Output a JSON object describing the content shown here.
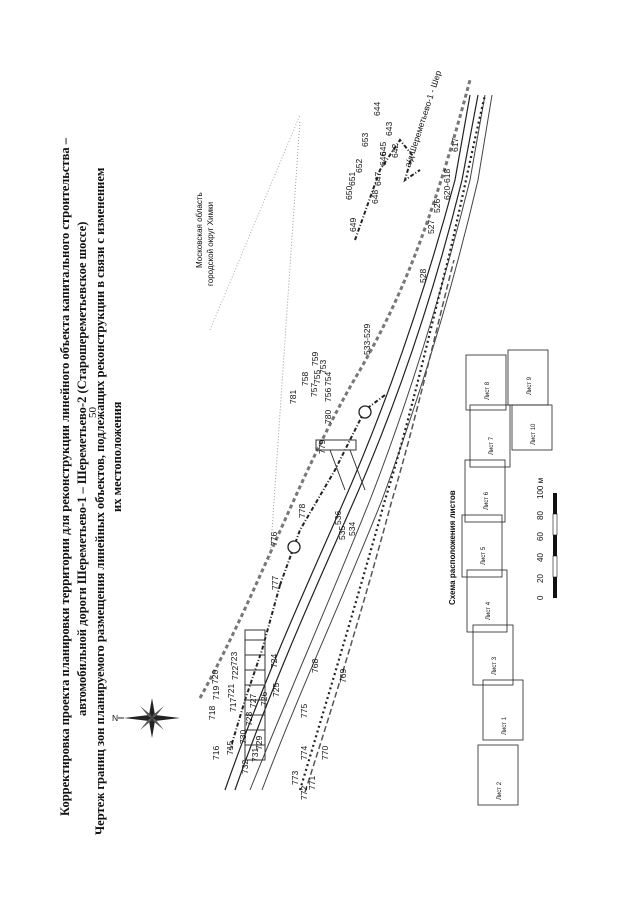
{
  "page_number": "50",
  "title": {
    "line1": "Корректировка проекта планировки территории для реконструкции линейного объекта капитального строительства –",
    "line2": "автомобильной дороги Шереметьево-1 – Шереметьево-2 (Старошереметьевское шоссе)",
    "line3": "Чертеж границ зон планируемого размещения линейных объектов, подлежащих реконструкции в связи с изменением",
    "line4": "их местоположения"
  },
  "region_label": {
    "line1": "Московская область",
    "line2": "городской округ Химки"
  },
  "road_label": "а/д Шереметьево-1 - Шер",
  "compass_icon": "north-arrow-compass-icon",
  "point_labels": [
    "716",
    "718",
    "719",
    "720",
    "715",
    "717",
    "721",
    "722",
    "723",
    "732",
    "730",
    "728",
    "727",
    "729",
    "731",
    "724",
    "725",
    "726",
    "775",
    "773",
    "772",
    "774",
    "771",
    "770",
    "769",
    "768",
    "777",
    "776",
    "780",
    "781",
    "779",
    "778",
    "757",
    "758",
    "759",
    "756",
    "755",
    "754",
    "753",
    "536",
    "535",
    "534",
    "533-529",
    "528",
    "527",
    "526",
    "620-618",
    "617",
    "649",
    "650",
    "651",
    "652",
    "653",
    "644",
    "643",
    "642",
    "645",
    "646",
    "647",
    "648"
  ],
  "scheme": {
    "title": "Схема расположения листов",
    "sheets": [
      "Лист 1",
      "Лист 2",
      "Лист 3",
      "Лист 4",
      "Лист 5",
      "Лист 6",
      "Лист 7",
      "Лист 8",
      "Лист 9",
      "Лист 10"
    ]
  },
  "scale_bar": {
    "ticks": [
      "0",
      "20",
      "40",
      "60",
      "80",
      "100 м"
    ]
  }
}
